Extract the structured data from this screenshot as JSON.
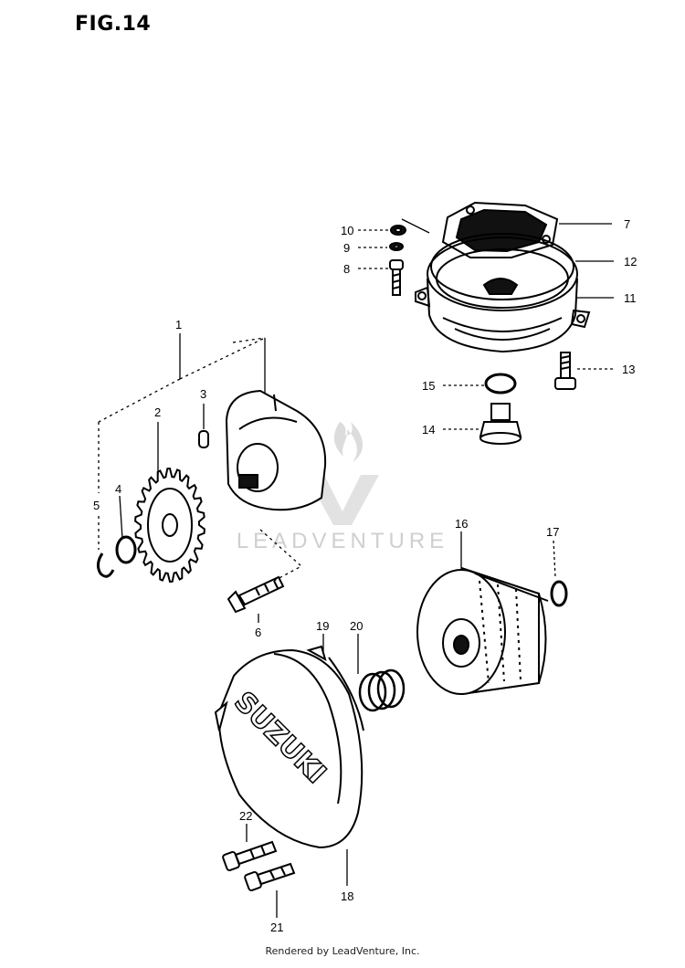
{
  "figure": {
    "title": "FIG.14",
    "watermark": "LEADVENTURE",
    "cover_lettering": "SUZUKI",
    "footer": "Rendered by LeadVenture, Inc."
  },
  "labels": {
    "p1": "1",
    "p2": "2",
    "p3": "3",
    "p4": "4",
    "p5": "5",
    "p6": "6",
    "p7": "7",
    "p8": "8",
    "p9": "9",
    "p10": "10",
    "p11": "11",
    "p12": "12",
    "p13": "13",
    "p14": "14",
    "p15": "15",
    "p16": "16",
    "p17": "17",
    "p18": "18",
    "p19": "19",
    "p20": "20",
    "p21": "21",
    "p22": "22"
  },
  "colors": {
    "ink": "#000000",
    "watermark": "#cfcfcf",
    "background": "#ffffff"
  }
}
